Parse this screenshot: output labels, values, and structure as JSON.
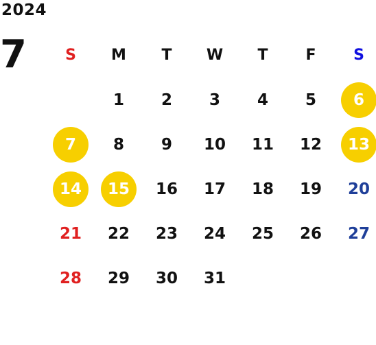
{
  "year": "2024",
  "month": "7",
  "colors": {
    "sunday": "#e02020",
    "saturday": "#1f3f99",
    "saturday_header": "#1010e0",
    "weekday": "#111111",
    "highlight": "#f7cf00",
    "highlight_text": "#ffffff"
  },
  "weekdays": [
    "S",
    "M",
    "T",
    "W",
    "T",
    "F",
    "S"
  ],
  "first_weekday_index": 1,
  "days": [
    "1",
    "2",
    "3",
    "4",
    "5",
    "6",
    "7",
    "8",
    "9",
    "10",
    "11",
    "12",
    "13",
    "14",
    "15",
    "16",
    "17",
    "18",
    "19",
    "20",
    "21",
    "22",
    "23",
    "24",
    "25",
    "26",
    "27",
    "28",
    "29",
    "30",
    "31"
  ],
  "highlighted_days": [
    "6",
    "7",
    "13",
    "14",
    "15"
  ]
}
